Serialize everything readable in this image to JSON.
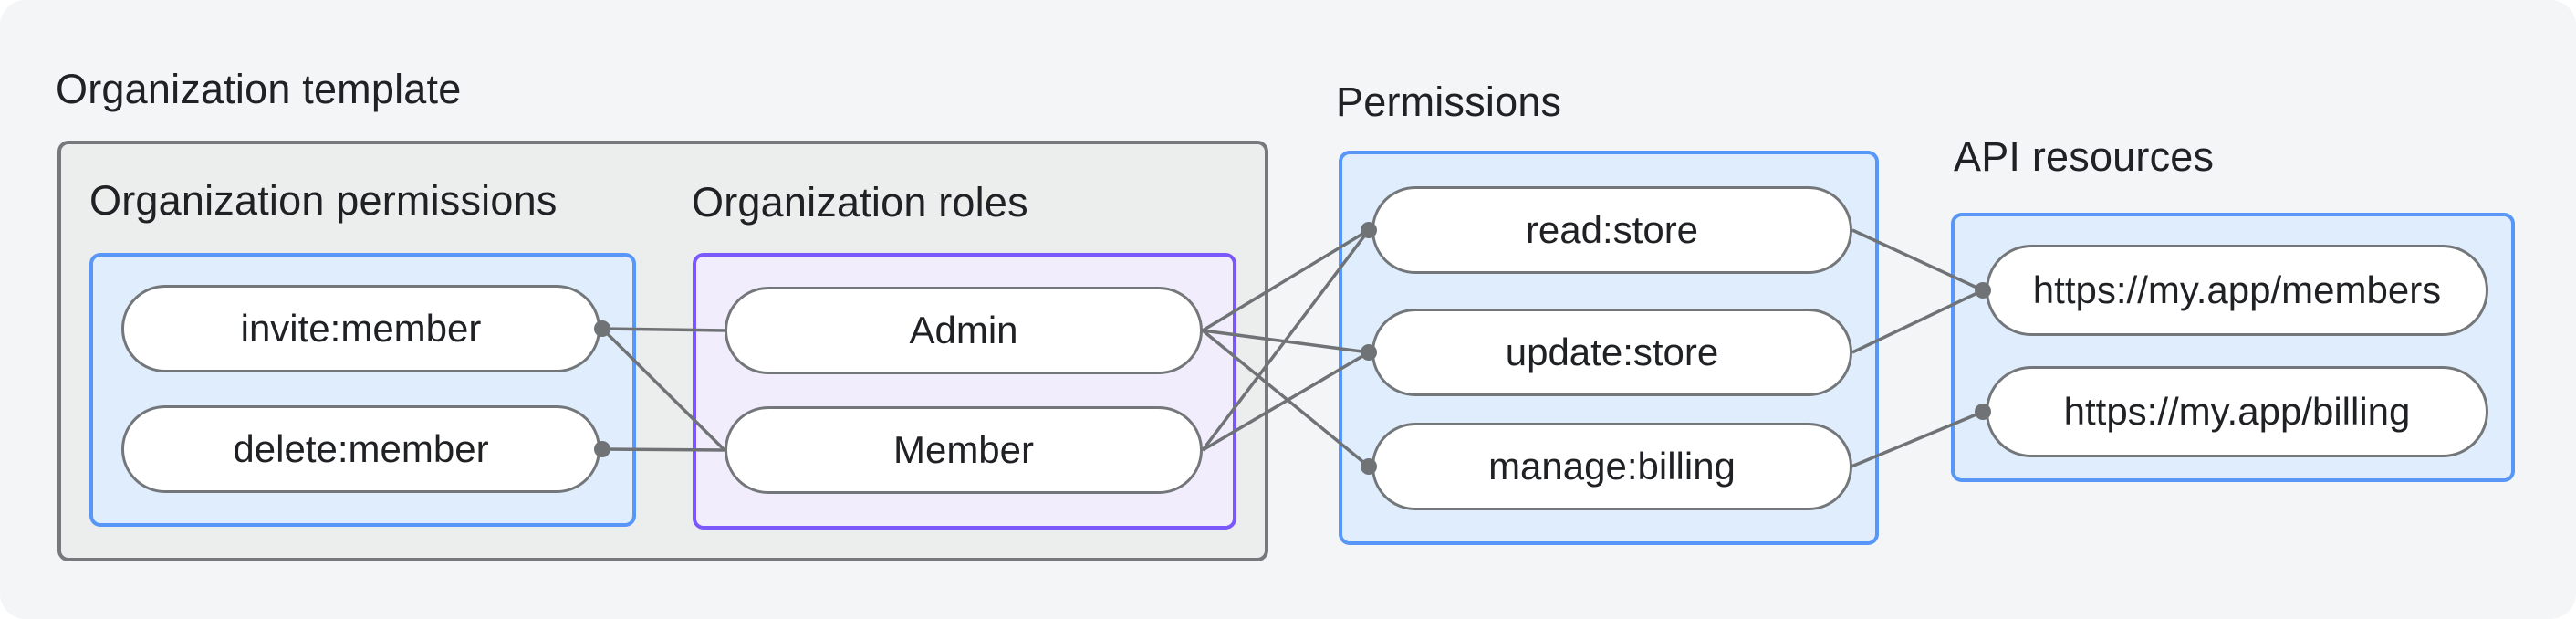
{
  "title": "Organization template",
  "groups": {
    "org_permissions": {
      "label": "Organization permissions",
      "nodes": [
        {
          "label": "invite:member"
        },
        {
          "label": "delete:member"
        }
      ]
    },
    "org_roles": {
      "label": "Organization roles",
      "nodes": [
        {
          "label": "Admin"
        },
        {
          "label": "Member"
        }
      ]
    },
    "permissions": {
      "label": "Permissions",
      "nodes": [
        {
          "label": "read:store"
        },
        {
          "label": "update:store"
        },
        {
          "label": "manage:billing"
        }
      ]
    },
    "api_resources": {
      "label": "API resources",
      "nodes": [
        {
          "label": "https://my.app/members"
        },
        {
          "label": "https://my.app/billing"
        }
      ]
    }
  },
  "edges": [
    {
      "from": "invite:member",
      "to": "Admin"
    },
    {
      "from": "invite:member",
      "to": "Member"
    },
    {
      "from": "delete:member",
      "to": "Member"
    },
    {
      "from": "Admin",
      "to": "read:store"
    },
    {
      "from": "Admin",
      "to": "update:store"
    },
    {
      "from": "Admin",
      "to": "manage:billing"
    },
    {
      "from": "Member",
      "to": "read:store"
    },
    {
      "from": "Member",
      "to": "update:store"
    },
    {
      "from": "read:store",
      "to": "https://my.app/members"
    },
    {
      "from": "update:store",
      "to": "https://my.app/members"
    },
    {
      "from": "manage:billing",
      "to": "https://my.app/billing"
    }
  ],
  "colors": {
    "background": "#f4f5f6",
    "container_fill": "#eceeee",
    "container_border": "#76797c",
    "blue_fill": "#dfedfc",
    "blue_border": "#5896f7",
    "purple_fill": "#f2edfc",
    "purple_border": "#7a58fb",
    "node_fill": "#ffffff",
    "node_border": "#74777a",
    "edge_stroke": "#6f7376",
    "text": "#1f2124"
  }
}
